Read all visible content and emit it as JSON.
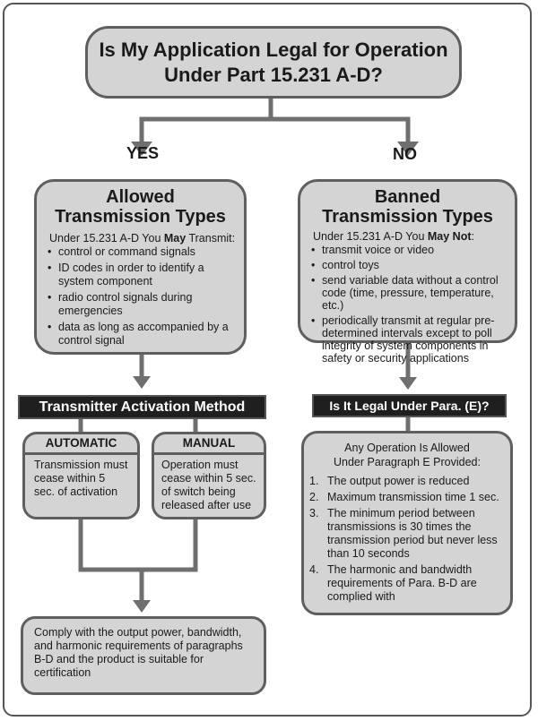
{
  "title": {
    "line1": "Is My Application Legal for Operation",
    "line2": "Under Part 15.231 A-D?"
  },
  "branches": {
    "yes": "YES",
    "no": "NO"
  },
  "allowed": {
    "heading_line1": "Allowed",
    "heading_line2": "Transmission Types",
    "intro_prefix": "Under 15.231 A-D You ",
    "intro_emph": "May",
    "intro_suffix": " Transmit:",
    "items": [
      "control or command signals",
      "ID codes in order to identify a system component",
      "radio control signals during emergencies",
      "data as long as accompanied by a control signal"
    ]
  },
  "banned": {
    "heading_line1": "Banned",
    "heading_line2": "Transmission Types",
    "intro_prefix": "Under 15.231 A-D You ",
    "intro_emph": "May Not",
    "intro_suffix": ":",
    "items": [
      "transmit voice or video",
      "control toys",
      "send variable data without a control code (time, pressure, temperature, etc.)",
      "periodically transmit at regular pre-determined intervals except to poll integrity of system components in safety or security applications"
    ]
  },
  "activation": {
    "bar_label": "Transmitter Activation Method",
    "automatic": {
      "label": "AUTOMATIC",
      "text": "Transmission must cease within 5 sec. of activation"
    },
    "manual": {
      "label": "MANUAL",
      "text": "Operation must cease within 5 sec. of switch being released after use"
    }
  },
  "para_e": {
    "bar_label": "Is It Legal Under Para. (E)?",
    "intro_line1": "Any Operation Is Allowed",
    "intro_line2": "Under Paragraph E Provided:",
    "conditions": [
      {
        "num": "1.",
        "text": "The output power is reduced"
      },
      {
        "num": "2.",
        "text": "Maximum transmission time 1 sec."
      },
      {
        "num": "3.",
        "text": "The minimum period between transmissions is 30 times the transmission period but never less than 10 seconds"
      },
      {
        "num": "4.",
        "text": "The harmonic and bandwidth requirements of Para. B-D are complied with"
      }
    ]
  },
  "comply": {
    "text": "Comply with the output power, bandwidth, and harmonic requirements of paragraphs B-D and the product is suitable for certification"
  },
  "colors": {
    "box_fill": "#d4d4d4",
    "box_border": "#5f5f5f",
    "dark_bar": "#1f1f1f",
    "connector": "#6f6f6f"
  }
}
